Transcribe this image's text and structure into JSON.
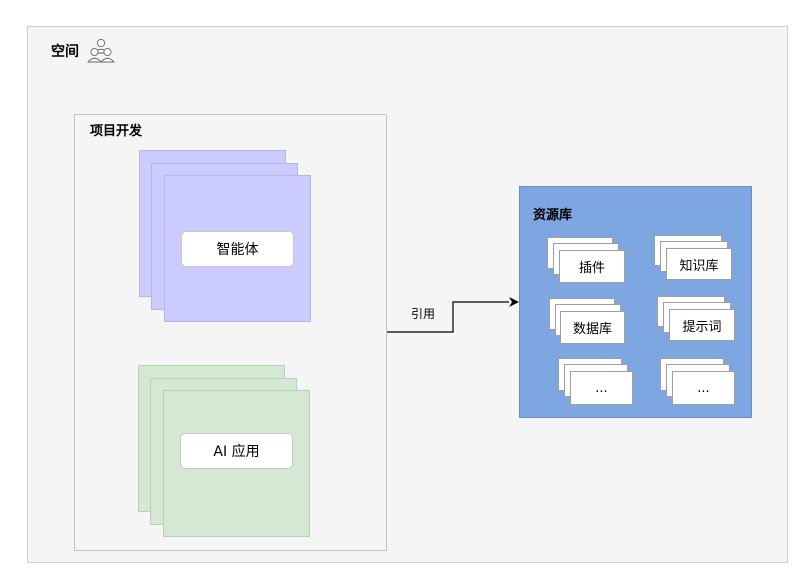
{
  "space": {
    "title": "空间",
    "icon": "users-icon"
  },
  "project": {
    "title": "项目开发",
    "agent_label": "智能体",
    "app_label": "AI 应用"
  },
  "connector": {
    "label": "引用"
  },
  "library": {
    "title": "资源库",
    "items": [
      {
        "label": "插件"
      },
      {
        "label": "知识库"
      },
      {
        "label": "数据库"
      },
      {
        "label": "提示词"
      },
      {
        "label": "..."
      },
      {
        "label": "..."
      }
    ]
  },
  "colors": {
    "agent_fill": "#cccbfd",
    "app_fill": "#d5e8d4",
    "library_fill": "#7ea6e0",
    "container_fill": "#f5f5f5"
  }
}
